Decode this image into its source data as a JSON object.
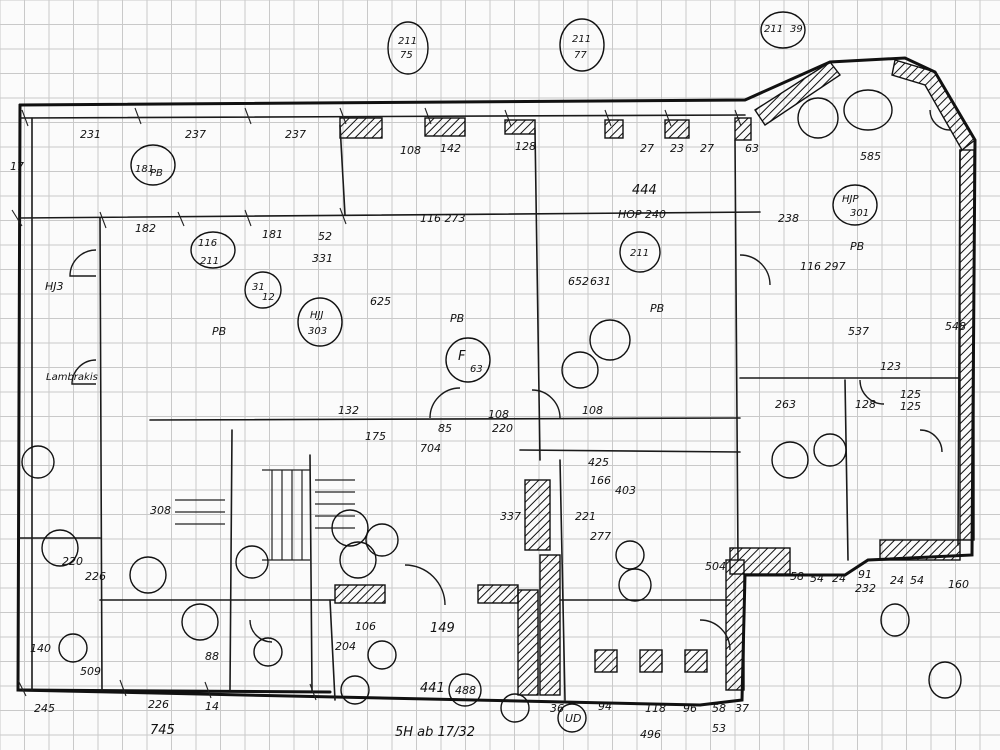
{
  "sheet": {
    "title": "",
    "colors": {
      "paper": "#fbfbfb",
      "grid": "#c9c9c9",
      "ink": "#111111"
    }
  },
  "labels": {
    "top_dims": [
      "231",
      "237",
      "237",
      "142",
      "108",
      "128",
      "27",
      "444",
      "23",
      "27",
      "63",
      "585"
    ],
    "room_notes": [
      "211",
      "75",
      "211",
      "77",
      "211",
      "39",
      "181",
      "PB",
      "116",
      "211",
      "182",
      "181",
      "52",
      "331",
      "31",
      "12",
      "HJJ",
      "303",
      "625",
      "PB",
      "116 273",
      "HOP 240",
      "238",
      "HJP",
      "301",
      "PB",
      "652",
      "631",
      "211",
      "PB",
      "F",
      "63",
      "125",
      "PB",
      "116 297",
      "537",
      "548"
    ],
    "mid_dims": [
      "175",
      "85",
      "220",
      "704",
      "108",
      "108",
      "132",
      "125",
      "263",
      "128",
      "123",
      "166",
      "403",
      "425"
    ],
    "lower_dims": [
      "308",
      "220",
      "226",
      "149",
      "88",
      "337",
      "221",
      "277",
      "204",
      "106",
      "504",
      "58",
      "54",
      "24",
      "91",
      "232",
      "24",
      "54",
      "160"
    ],
    "bottom_dims": [
      "245",
      "226",
      "14",
      "745",
      "441",
      "488",
      "36",
      "94",
      "118",
      "96",
      "58",
      "37",
      "496",
      "53",
      "UD",
      "5H ab 17/32"
    ],
    "side_notes": [
      "17",
      "140",
      "509",
      "HJ3",
      "Lambrakis"
    ]
  }
}
